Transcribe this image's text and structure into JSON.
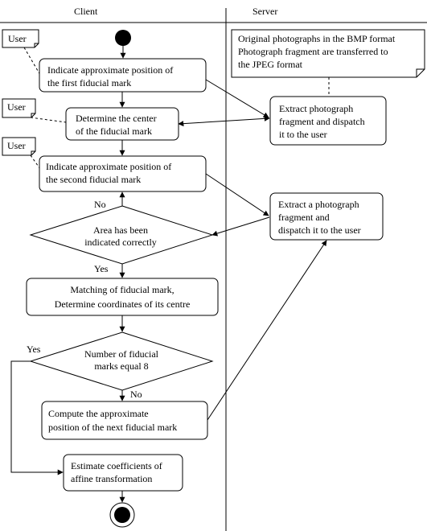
{
  "swimlanes": {
    "client": "Client",
    "server": "Server"
  },
  "actors": {
    "user_1": "User",
    "user_2": "User",
    "user_3": "User"
  },
  "note": {
    "line_1": "Original photographs in the BMP format",
    "line_2": "Photograph fragment are transferred to",
    "line_3": "the JPEG format"
  },
  "client_actions": {
    "indicate_first_line_1": "Indicate approximate position of",
    "indicate_first_line_2": "the first fiducial mark",
    "determine_center_line_1": "Determine the center",
    "determine_center_line_2": "of the fiducial mark",
    "indicate_second_line_1": "Indicate approximate position of",
    "indicate_second_line_2": "the second fiducial mark",
    "matching_line_1": "Matching of fiducial mark,",
    "matching_line_2": "Determine coordinates of its centre",
    "compute_next_line_1": "Compute the approximate",
    "compute_next_line_2": "position of the next fiducial mark",
    "estimate_line_1": "Estimate coefficients of",
    "estimate_line_2": "affine transformation"
  },
  "decisions": {
    "area_line_1": "Area has been",
    "area_line_2": "indicated correctly",
    "count_line_1": "Number of fiducial",
    "count_line_2": "marks equal 8"
  },
  "guards": {
    "area_no": "No",
    "area_yes": "Yes",
    "count_yes": "Yes",
    "count_no": "No"
  },
  "server_actions": {
    "extract_1_line_1": "Extract photograph",
    "extract_1_line_2": "fragment and dispatch",
    "extract_1_line_3": "it to the user",
    "extract_2_line_1": "Extract a photograph",
    "extract_2_line_2": "fragment and",
    "extract_2_line_3": "dispatch it to the user"
  }
}
